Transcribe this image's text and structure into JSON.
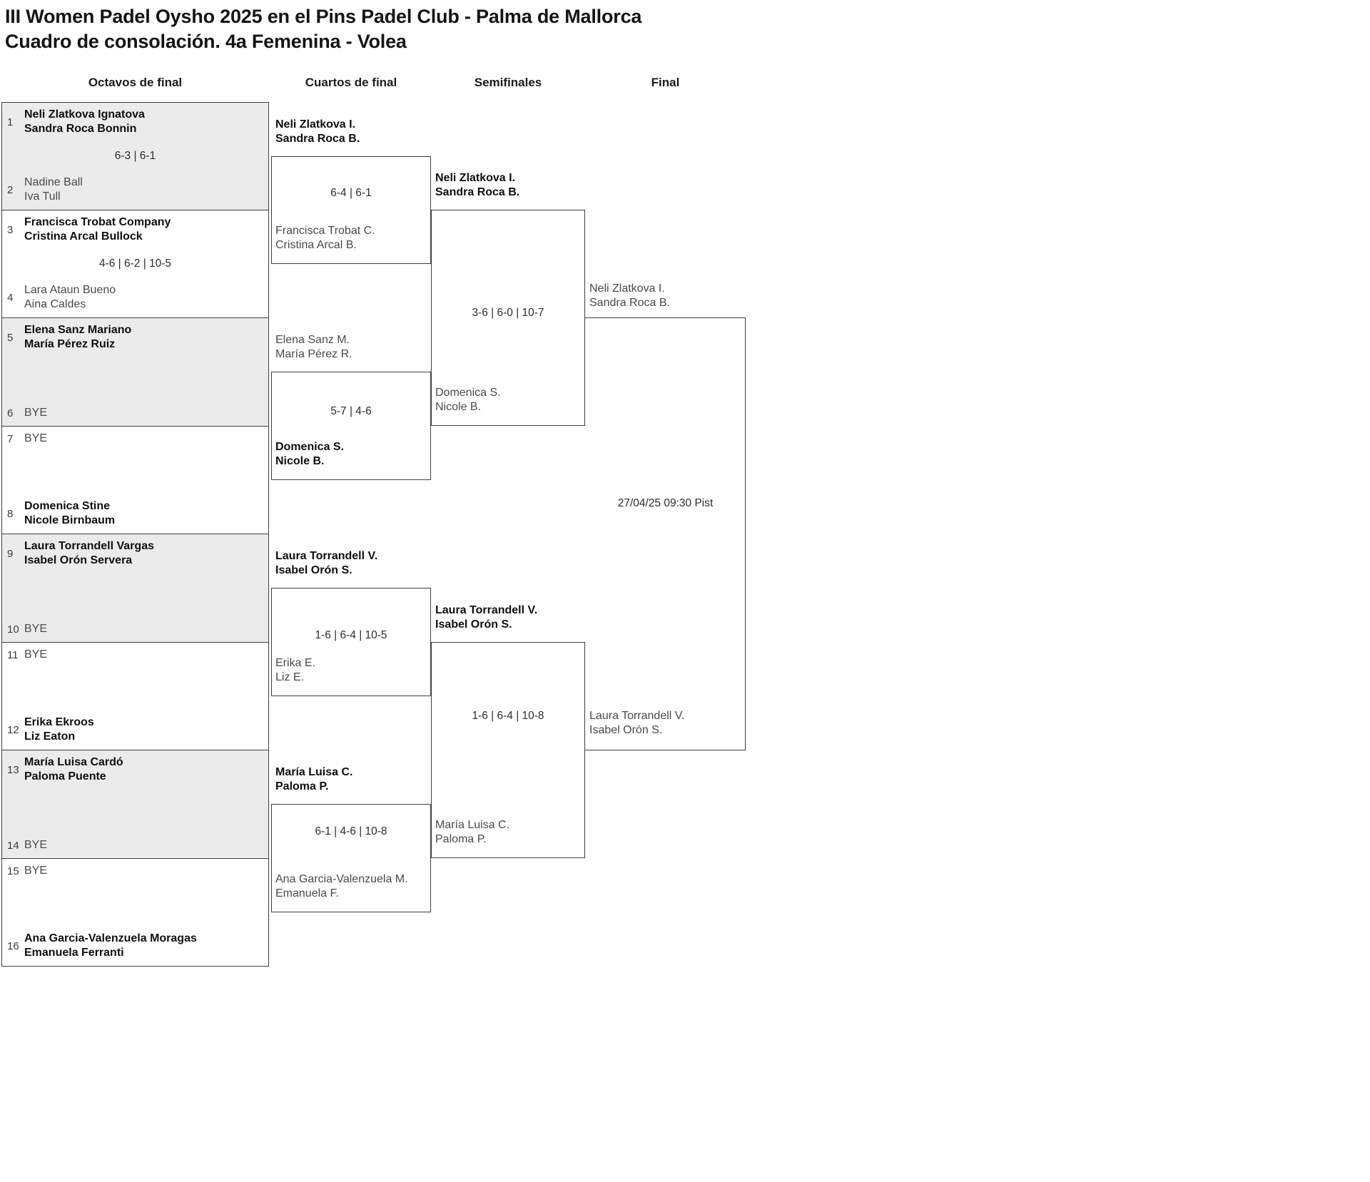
{
  "header": {
    "title_line1": "III Women Padel Oysho 2025 en el Pins Padel Club - Palma de Mallorca",
    "title_line2": "Cuadro de consolación. 4a Femenina - Volea"
  },
  "round_headers": [
    "Octavos de final",
    "Cuartos de final",
    "Semifinales",
    "Final"
  ],
  "colors": {
    "shaded_pair_bg": "#ebebeb",
    "border": "#3f3f3f",
    "winner_text": "#0f0f0f",
    "secondary_text": "#4a4a4a"
  },
  "first_round": [
    {
      "score": "6-3 | 6-1",
      "top": {
        "seed": "1",
        "name1": "Neli Zlatkova Ignatova",
        "name2": "Sandra Roca Bonnin",
        "winner": true
      },
      "bottom": {
        "seed": "2",
        "name1": "Nadine Ball",
        "name2": "Iva Tull",
        "winner": false
      }
    },
    {
      "score": "4-6 | 6-2 | 10-5",
      "top": {
        "seed": "3",
        "name1": "Francisca Trobat Company",
        "name2": "Cristina Arcal Bullock",
        "winner": true
      },
      "bottom": {
        "seed": "4",
        "name1": "Lara Ataun Bueno",
        "name2": "Aina Caldes",
        "winner": false
      }
    },
    {
      "score": "",
      "top": {
        "seed": "5",
        "name1": "Elena Sanz Mariano",
        "name2": "María Pérez Ruiz",
        "winner": true
      },
      "bottom": {
        "seed": "6",
        "name1": "BYE",
        "name2": "",
        "winner": false
      }
    },
    {
      "score": "",
      "top": {
        "seed": "7",
        "name1": "BYE",
        "name2": "",
        "winner": false
      },
      "bottom": {
        "seed": "8",
        "name1": "Domenica Stine",
        "name2": "Nicole Birnbaum",
        "winner": true
      }
    },
    {
      "score": "",
      "top": {
        "seed": "9",
        "name1": "Laura Torrandell Vargas",
        "name2": "Isabel Orón Servera",
        "winner": true
      },
      "bottom": {
        "seed": "10",
        "name1": "BYE",
        "name2": "",
        "winner": false
      }
    },
    {
      "score": "",
      "top": {
        "seed": "11",
        "name1": "BYE",
        "name2": "",
        "winner": false
      },
      "bottom": {
        "seed": "12",
        "name1": "Erika Ekroos",
        "name2": "Liz Eaton",
        "winner": true
      }
    },
    {
      "score": "",
      "top": {
        "seed": "13",
        "name1": "María Luisa Cardó",
        "name2": "Paloma Puente",
        "winner": true
      },
      "bottom": {
        "seed": "14",
        "name1": "BYE",
        "name2": "",
        "winner": false
      }
    },
    {
      "score": "",
      "top": {
        "seed": "15",
        "name1": "BYE",
        "name2": "",
        "winner": false
      },
      "bottom": {
        "seed": "16",
        "name1": "Ana Garcia-Valenzuela Moragas",
        "name2": "Emanuela Ferranti",
        "winner": true
      }
    }
  ],
  "quarterfinals": [
    {
      "score": "6-4 | 6-1",
      "top": {
        "name1": "Neli Zlatkova I.",
        "name2": "Sandra Roca B.",
        "winner": true
      },
      "bottom": {
        "name1": "Francisca Trobat C.",
        "name2": "Cristina Arcal B.",
        "winner": false
      }
    },
    {
      "score": "5-7 | 4-6",
      "top": {
        "name1": "Elena Sanz M.",
        "name2": "María Pérez R.",
        "winner": false
      },
      "bottom": {
        "name1": "Domenica S.",
        "name2": "Nicole B.",
        "winner": true
      }
    },
    {
      "score": "1-6 | 6-4 | 10-5",
      "top": {
        "name1": "Laura Torrandell V.",
        "name2": "Isabel Orón S.",
        "winner": true
      },
      "bottom": {
        "name1": "Erika E.",
        "name2": "Liz E.",
        "winner": false
      }
    },
    {
      "score": "6-1 | 4-6 | 10-8",
      "top": {
        "name1": "María Luisa C.",
        "name2": "Paloma P.",
        "winner": true
      },
      "bottom": {
        "name1": "Ana Garcia-Valenzuela M.",
        "name2": "Emanuela F.",
        "winner": false
      }
    }
  ],
  "semifinals": [
    {
      "score": "3-6 | 6-0 | 10-7",
      "top": {
        "name1": "Neli Zlatkova I.",
        "name2": "Sandra Roca B.",
        "winner": true
      },
      "bottom": {
        "name1": "Domenica S.",
        "name2": "Nicole B.",
        "winner": false
      }
    },
    {
      "score": "1-6 | 6-4 | 10-8",
      "top": {
        "name1": "Laura Torrandell V.",
        "name2": "Isabel Orón S.",
        "winner": true
      },
      "bottom": {
        "name1": "María Luisa C.",
        "name2": "Paloma P.",
        "winner": false
      }
    }
  ],
  "final": {
    "schedule": "27/04/25 09:30 Pist",
    "top": {
      "name1": "Neli Zlatkova I.",
      "name2": "Sandra Roca B."
    },
    "bottom": {
      "name1": "Laura Torrandell V.",
      "name2": "Isabel Orón S."
    }
  }
}
